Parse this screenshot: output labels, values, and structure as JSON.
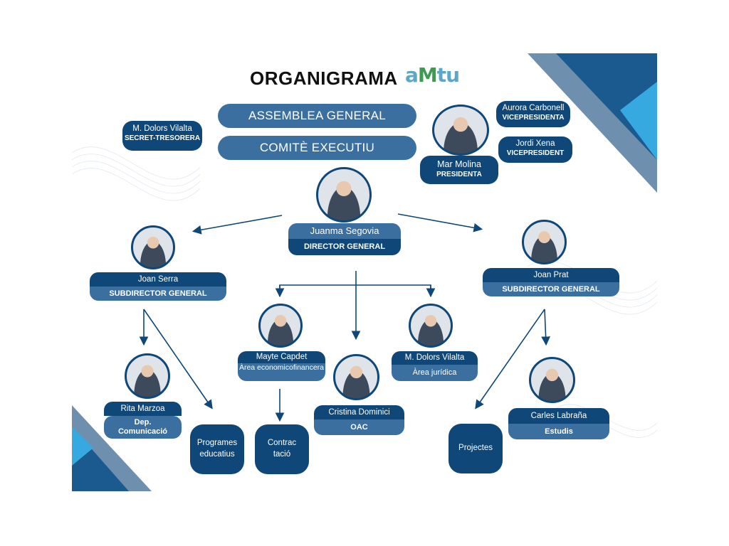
{
  "title": "ORGANIGRAMA",
  "logo": {
    "text": "aMtu",
    "subtitle": "ASSOCIACIÓ DE MUNICIPIS PER LA MOBILITAT I EL TRANSPORT URBÀ"
  },
  "bodies": {
    "assembly": "ASSEMBLEA GENERAL",
    "committee": "COMITÈ EXECUTIU"
  },
  "executive": {
    "president": {
      "name": "Mar Molina",
      "role": "PRESIDENTA"
    },
    "vp1": {
      "name": "Aurora Carbonell",
      "role": "VICEPRESIDENTA"
    },
    "vp2": {
      "name": "Jordi Xena",
      "role": "VICEPRESIDENT"
    },
    "secretary": {
      "name": "M. Dolors Vilalta",
      "role": "SECRET-TRESORERA"
    }
  },
  "director": {
    "name": "Juanma Segovia",
    "role": "DIRECTOR GENERAL"
  },
  "subdirector_left": {
    "name": "Joan Serra",
    "role": "SUBDIRECTOR GENERAL"
  },
  "subdirector_right": {
    "name": "Joan Prat",
    "role": "SUBDIRECTOR GENERAL"
  },
  "areas": {
    "finance": {
      "name": "Mayte Capdet",
      "role": "Àrea economicofinancera"
    },
    "legal": {
      "name": "M. Dolors Vilalta",
      "role": "Àrea jurídica"
    },
    "oac": {
      "name": "Cristina Dominici",
      "role": "OAC"
    },
    "communication": {
      "name": "Rita Marzoa",
      "role": "Dep. Comunicació"
    },
    "studies": {
      "name": "Carles Labraña",
      "role": "Estudis"
    }
  },
  "units": {
    "education": "Programes educatius",
    "contracting": "Contrac tació",
    "projects": "Projectes"
  },
  "colors": {
    "navy": "#0e4778",
    "steel": "#3b6fa0",
    "sky": "#36a9e1",
    "slate": "#6e8fae"
  }
}
